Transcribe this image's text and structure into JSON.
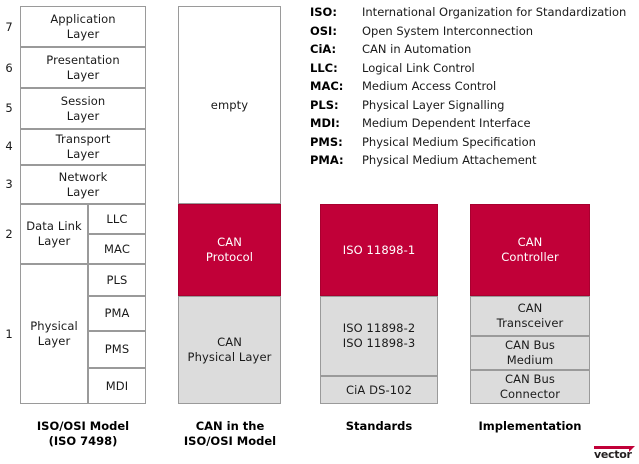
{
  "osi_model": {
    "caption_line1": "ISO/OSI Model",
    "caption_line2": "(ISO 7498)",
    "layers": [
      {
        "number": "7",
        "name": "Application\nLayer"
      },
      {
        "number": "6",
        "name": "Presentation\nLayer"
      },
      {
        "number": "5",
        "name": "Session\nLayer"
      },
      {
        "number": "4",
        "name": "Transport\nLayer"
      },
      {
        "number": "3",
        "name": "Network\nLayer"
      },
      {
        "number": "2",
        "name": "Data Link\nLayer"
      },
      {
        "number": "1",
        "name": "Physical\nLayer"
      }
    ],
    "sublayers": [
      {
        "label": "LLC"
      },
      {
        "label": "MAC"
      },
      {
        "label": "PLS"
      },
      {
        "label": "PMA"
      },
      {
        "label": "PMS"
      },
      {
        "label": "MDI"
      }
    ]
  },
  "can_model": {
    "caption_line1": "CAN in the",
    "caption_line2": "ISO/OSI Model",
    "blocks": [
      {
        "label": "empty",
        "fill": "white"
      },
      {
        "label": "CAN\nProtocol",
        "fill": "red"
      },
      {
        "label": "CAN\nPhysical Layer",
        "fill": "grey"
      }
    ]
  },
  "standards": {
    "caption_line1": "Standards",
    "caption_line2": "",
    "blocks": [
      {
        "label": "ISO 11898-1",
        "fill": "red"
      },
      {
        "label": "ISO 11898-2\nISO 11898-3",
        "fill": "grey"
      },
      {
        "label": "CiA DS-102",
        "fill": "grey"
      }
    ]
  },
  "implementation": {
    "caption_line1": "Implementation",
    "caption_line2": "",
    "blocks": [
      {
        "label": "CAN\nController",
        "fill": "red"
      },
      {
        "label": "CAN\nTransceiver",
        "fill": "grey"
      },
      {
        "label": "CAN Bus\nMedium",
        "fill": "grey"
      },
      {
        "label": "CAN Bus\nConnector",
        "fill": "grey"
      }
    ]
  },
  "legend": {
    "entries": [
      {
        "abbr": "ISO:",
        "desc": "International Organization for Standardization"
      },
      {
        "abbr": "OSI:",
        "desc": "Open System Interconnection"
      },
      {
        "abbr": "CiA:",
        "desc": "CAN in Automation"
      },
      {
        "abbr": "LLC:",
        "desc": "Logical Link Control"
      },
      {
        "abbr": "MAC:",
        "desc": "Medium Access Control"
      },
      {
        "abbr": "PLS:",
        "desc": "Physical Layer Signalling"
      },
      {
        "abbr": "MDI:",
        "desc": "Medium Dependent Interface"
      },
      {
        "abbr": "PMS:",
        "desc": "Physical Medium Specification"
      },
      {
        "abbr": "PMA:",
        "desc": "Physical Medium Attachement"
      }
    ]
  },
  "logo": {
    "text": "vector"
  },
  "colors": {
    "accent_red": "#c10038",
    "block_grey": "#dcdcdc",
    "border_grey": "#9a9a9a"
  }
}
